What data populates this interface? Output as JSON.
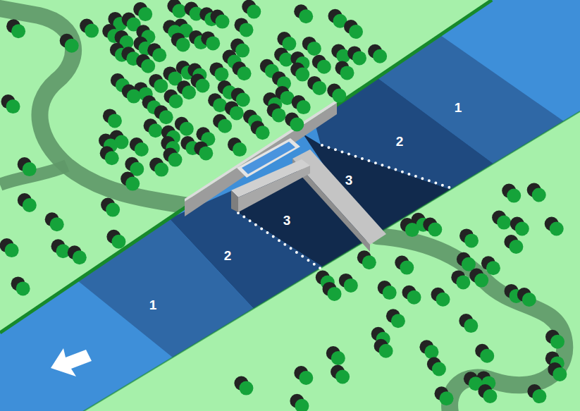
{
  "diagram": {
    "labels": [
      "1",
      "2",
      "3",
      "3",
      "2",
      "1"
    ]
  }
}
